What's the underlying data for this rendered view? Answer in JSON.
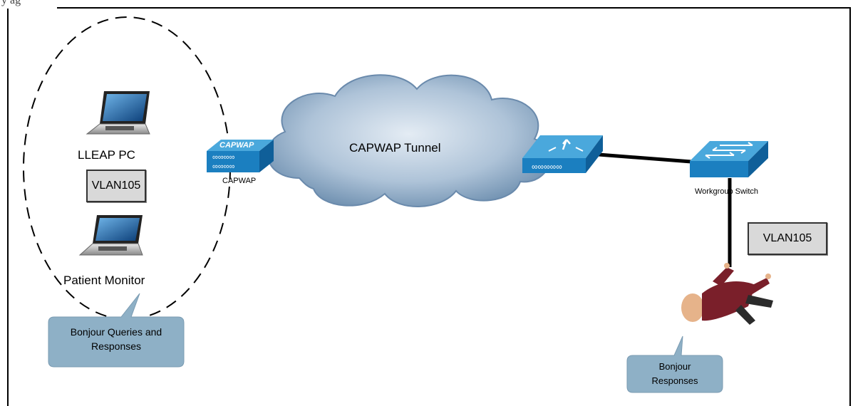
{
  "header_fragment": "y ag",
  "laptops": {
    "lleap_label": "LLEAP PC",
    "monitor_label": "Patient Monitor"
  },
  "vlan_left": "VLAN105",
  "vlan_right": "VLAN105",
  "access_point": {
    "label": "CAPWAP",
    "face_text": "CAPWAP"
  },
  "cloud": {
    "label": "CAPWAP Tunnel"
  },
  "switch": {
    "label": "Workgroup Switch"
  },
  "callouts": {
    "left": [
      "Bonjour Queries and",
      "Responses"
    ],
    "right": [
      "Bonjour",
      "Responses"
    ]
  },
  "colors": {
    "device_blue": "#1b7fc0",
    "device_top": "#4aa8dc",
    "cloud": "#8aa8c6",
    "callout": "#8eb0c6"
  }
}
